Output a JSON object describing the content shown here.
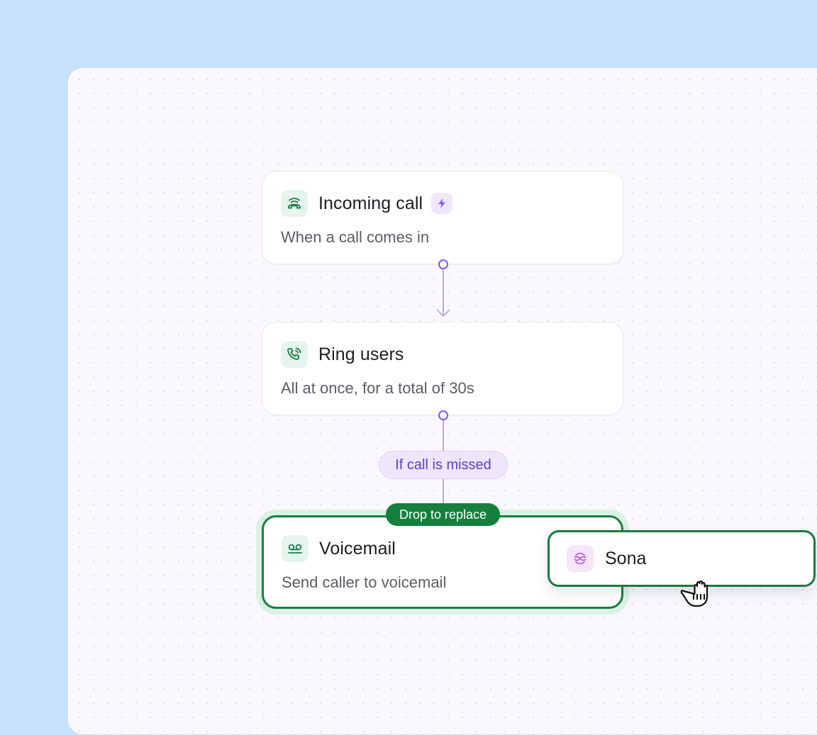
{
  "nodes": [
    {
      "title": "Incoming call",
      "subtitle": "When a call comes in",
      "icon": "phone-incoming-icon",
      "badge_icon": "lightning-icon"
    },
    {
      "title": "Ring users",
      "subtitle": "All at once, for a total of 30s",
      "icon": "phone-ringing-icon"
    },
    {
      "title": "Voicemail",
      "subtitle": "Send caller to voicemail",
      "icon": "voicemail-icon"
    }
  ],
  "condition": {
    "label": "If call is missed"
  },
  "drop_target": {
    "label": "Drop to replace"
  },
  "dragged_item": {
    "title": "Sona",
    "icon": "sona-ai-icon"
  },
  "colors": {
    "background": "#c6e2fd",
    "canvas": "#faf8fd",
    "accent_purple": "#7c5ce0",
    "drop_green": "#15803d",
    "icon_bg_green": "#e5f4ec"
  }
}
